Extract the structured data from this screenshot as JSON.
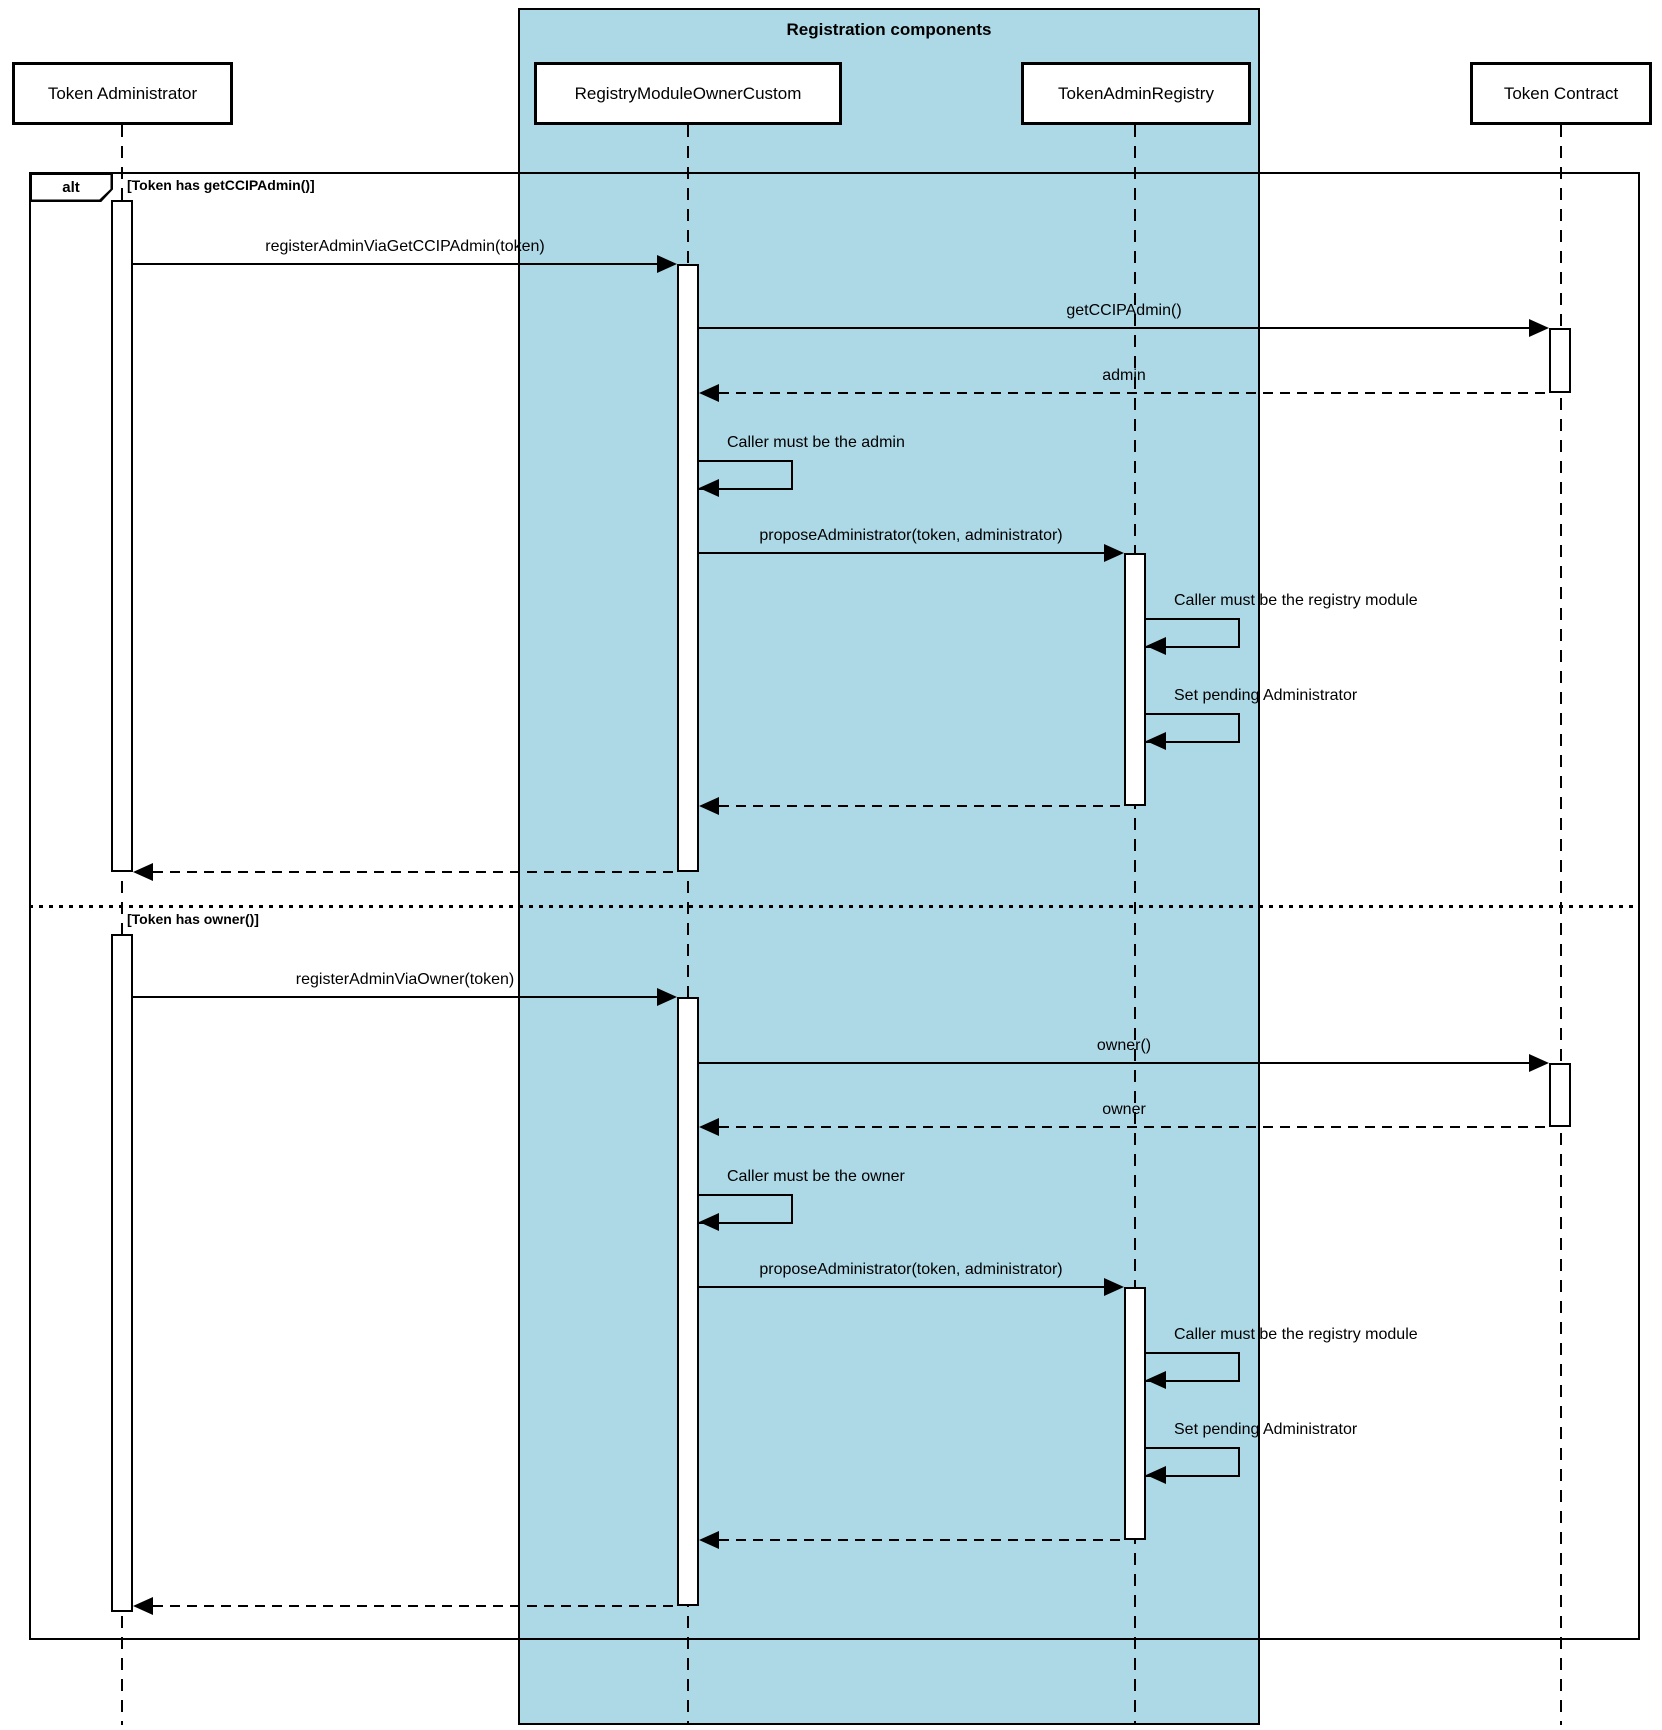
{
  "diagram": {
    "kind": "uml-sequence-diagram",
    "title": "Registration components",
    "fragment": {
      "operator": "alt",
      "condition_1": "[Token has getCCIPAdmin()]",
      "condition_2": "[Token has owner()]"
    },
    "actors": [
      {
        "label": "Token Administrator"
      },
      {
        "label": "RegistryModuleOwnerCustom"
      },
      {
        "label": "TokenAdminRegistry"
      },
      {
        "label": "Token Contract"
      }
    ],
    "messages": [
      {
        "label": "registerAdminViaGetCCIPAdmin(token)",
        "kind": "sync",
        "from": "Token Administrator",
        "to": "RegistryModuleOwnerCustom"
      },
      {
        "label": "getCCIPAdmin()",
        "kind": "sync",
        "from": "RegistryModuleOwnerCustom",
        "to": "Token Contract"
      },
      {
        "label": "admin",
        "kind": "return",
        "from": "Token Contract",
        "to": "RegistryModuleOwnerCustom"
      },
      {
        "label": "Caller must be the admin",
        "kind": "self",
        "from": "RegistryModuleOwnerCustom",
        "to": "RegistryModuleOwnerCustom"
      },
      {
        "label": "proposeAdministrator(token, administrator)",
        "kind": "sync",
        "from": "RegistryModuleOwnerCustom",
        "to": "TokenAdminRegistry"
      },
      {
        "label": "Caller must be the registry module",
        "kind": "self",
        "from": "TokenAdminRegistry",
        "to": "TokenAdminRegistry"
      },
      {
        "label": "Set pending Administrator",
        "kind": "self",
        "from": "TokenAdminRegistry",
        "to": "TokenAdminRegistry"
      },
      {
        "label": "",
        "kind": "return",
        "from": "TokenAdminRegistry",
        "to": "RegistryModuleOwnerCustom"
      },
      {
        "label": "",
        "kind": "return",
        "from": "RegistryModuleOwnerCustom",
        "to": "Token Administrator"
      },
      {
        "label": "registerAdminViaOwner(token)",
        "kind": "sync",
        "from": "Token Administrator",
        "to": "RegistryModuleOwnerCustom"
      },
      {
        "label": "owner()",
        "kind": "sync",
        "from": "RegistryModuleOwnerCustom",
        "to": "Token Contract"
      },
      {
        "label": "owner",
        "kind": "return",
        "from": "Token Contract",
        "to": "RegistryModuleOwnerCustom"
      },
      {
        "label": "Caller must be the owner",
        "kind": "self",
        "from": "RegistryModuleOwnerCustom",
        "to": "RegistryModuleOwnerCustom"
      },
      {
        "label": "proposeAdministrator(token, administrator)",
        "kind": "sync",
        "from": "RegistryModuleOwnerCustom",
        "to": "TokenAdminRegistry"
      },
      {
        "label": "Caller must be the registry module",
        "kind": "self",
        "from": "TokenAdminRegistry",
        "to": "TokenAdminRegistry"
      },
      {
        "label": "Set pending Administrator",
        "kind": "self",
        "from": "TokenAdminRegistry",
        "to": "TokenAdminRegistry"
      },
      {
        "label": "",
        "kind": "return",
        "from": "TokenAdminRegistry",
        "to": "RegistryModuleOwnerCustom"
      },
      {
        "label": "",
        "kind": "return",
        "from": "RegistryModuleOwnerCustom",
        "to": "Token Administrator"
      }
    ],
    "colors": {
      "container_fill": "#ADD8E6",
      "line": "#000000",
      "actor_fill": "#FFFFFF"
    }
  }
}
